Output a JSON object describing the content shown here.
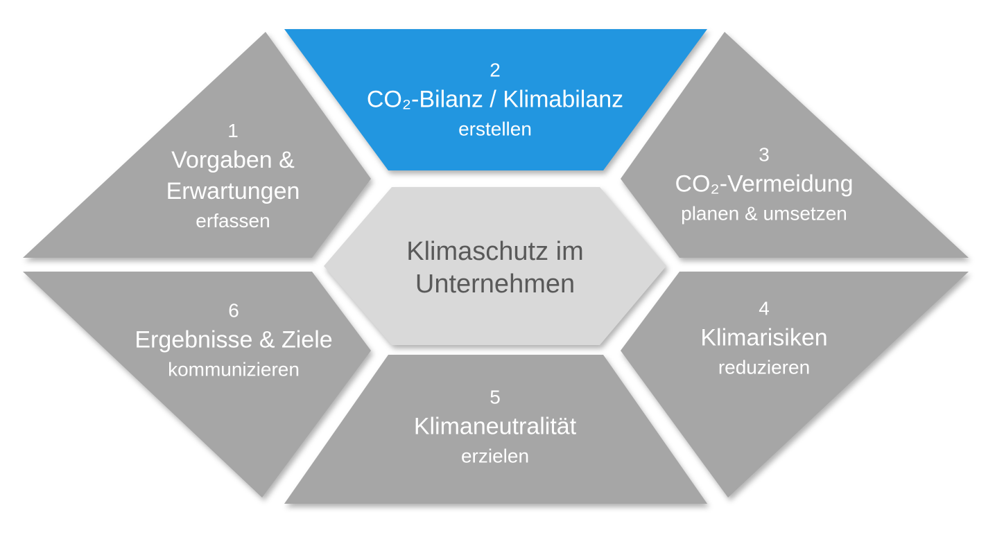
{
  "diagram": {
    "center": {
      "line1": "Klimaschutz im",
      "line2": "Unternehmen"
    },
    "segments": [
      {
        "number": "1",
        "title1": "Vorgaben &",
        "title2": "Erwartungen",
        "action": "erfassen"
      },
      {
        "number": "2",
        "title1": "CO₂-Bilanz / Klimabilanz",
        "action": "erstellen"
      },
      {
        "number": "3",
        "title1": "CO₂-Vermeidung",
        "action": "planen & umsetzen"
      },
      {
        "number": "4",
        "title1": "Klimarisiken",
        "action": "reduzieren"
      },
      {
        "number": "5",
        "title1": "Klimaneutralität",
        "action": "erzielen"
      },
      {
        "number": "6",
        "title1": "Ergebnisse & Ziele",
        "action": "kommunizieren"
      }
    ],
    "colors": {
      "highlight_blue": "#2296E0",
      "segment_gray": "#A6A6A6",
      "center_fill": "#D9D9D9",
      "center_text": "#595959",
      "segment_text": "#FFFFFF",
      "background": "#FFFFFF"
    }
  }
}
